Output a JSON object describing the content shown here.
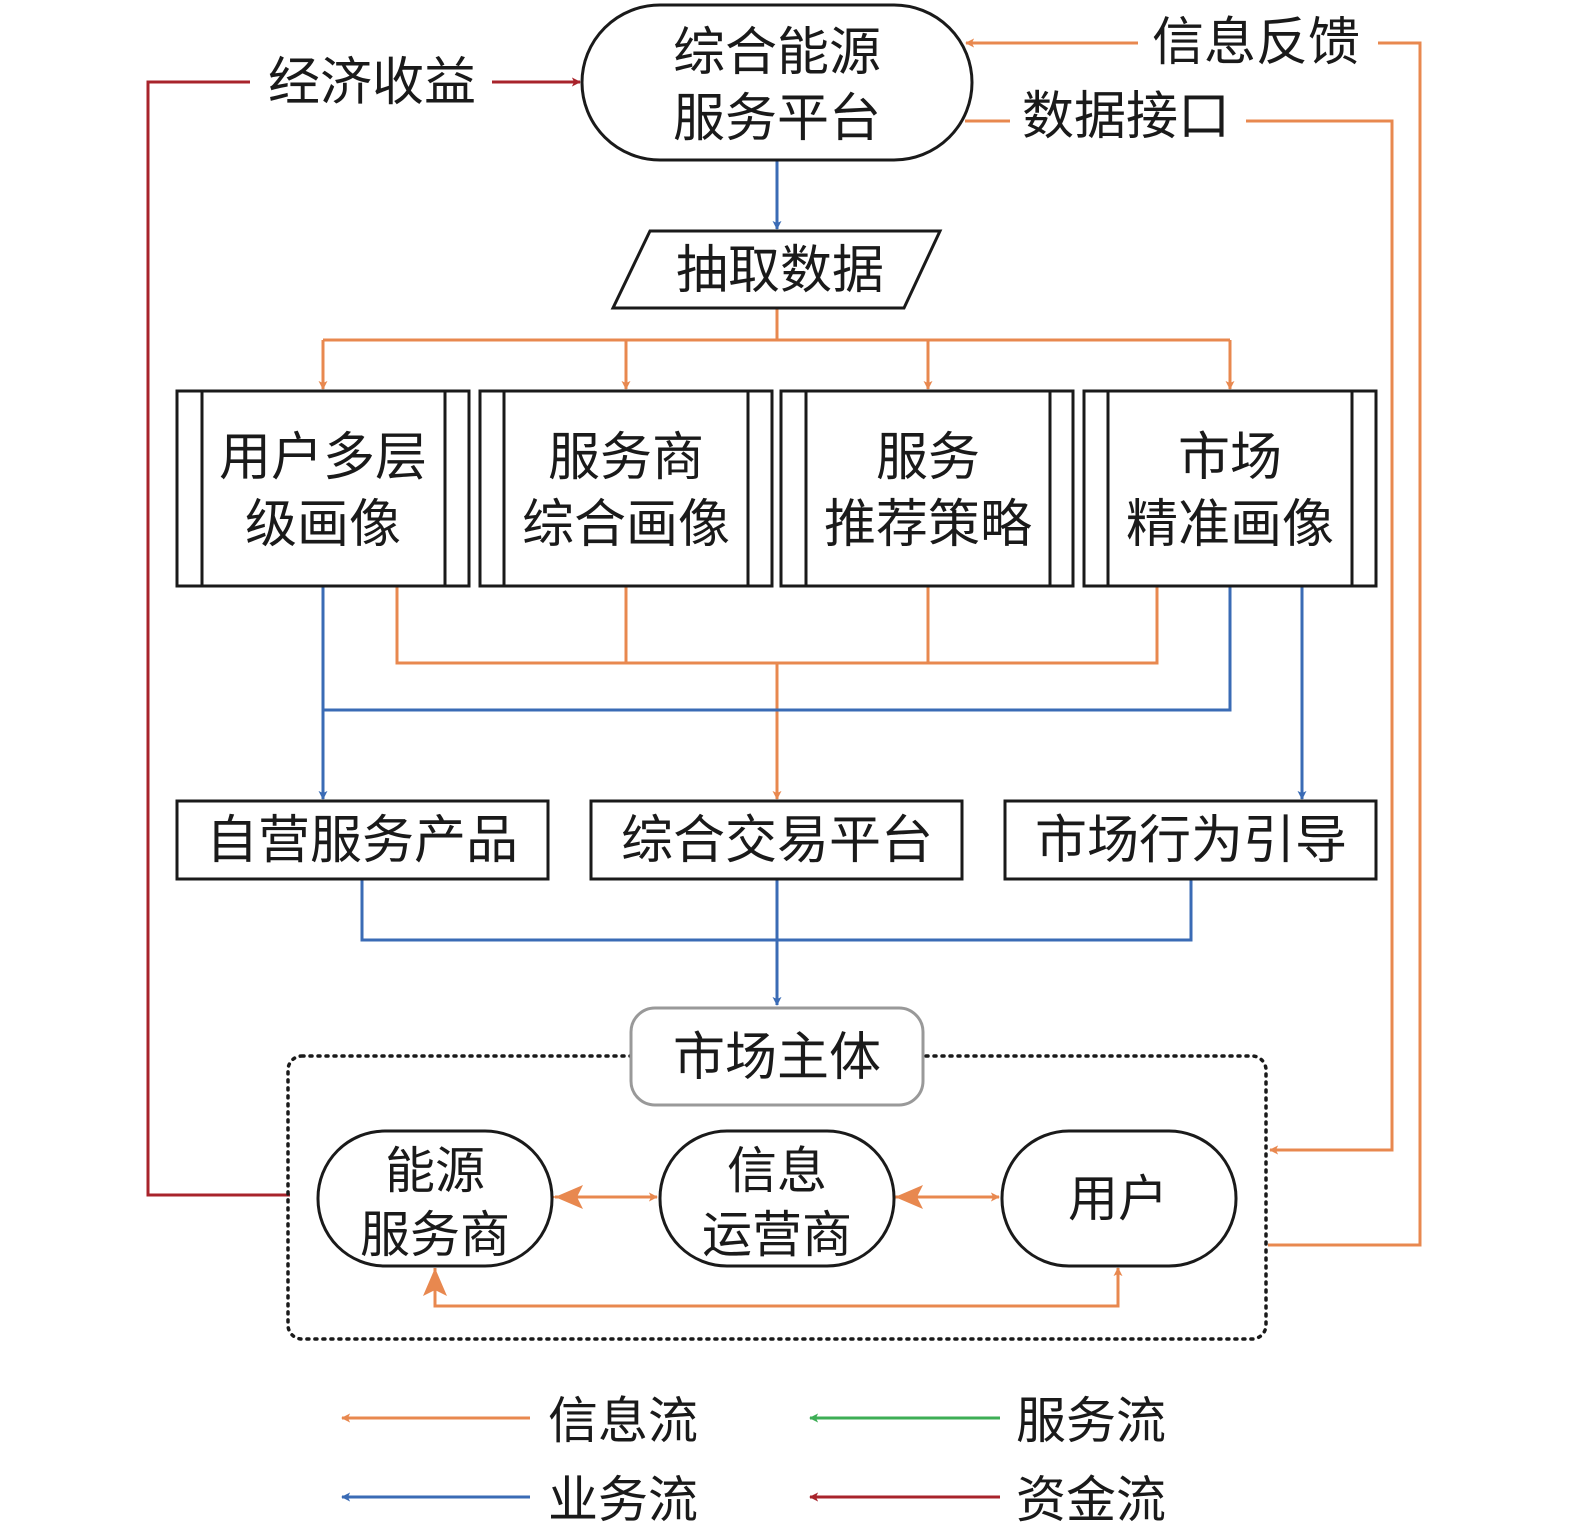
{
  "colors": {
    "info_flow": "#E8884F",
    "business_flow": "#3A6BB5",
    "service_flow": "#3DAE55",
    "capital_flow": "#A8232B",
    "node_stroke": "#1a1a1a",
    "group_label_stroke": "#999999"
  },
  "top": {
    "platform": [
      "综合能源",
      "服务平台"
    ],
    "economic_benefit": "经济收益",
    "info_feedback": "信息反馈",
    "data_interface": "数据接口",
    "extract_data": "抽取数据"
  },
  "profiles": [
    [
      "用户多层",
      "级画像"
    ],
    [
      "服务商",
      "综合画像"
    ],
    [
      "服务",
      "推荐策略"
    ],
    [
      "市场",
      "精准画像"
    ]
  ],
  "outputs": [
    "自营服务产品",
    "综合交易平台",
    "市场行为引导"
  ],
  "market": {
    "title": "市场主体",
    "members": [
      [
        "能源",
        "服务商"
      ],
      [
        "信息",
        "运营商"
      ],
      [
        "用户"
      ]
    ]
  },
  "legend": [
    {
      "label": "信息流",
      "color_key": "info_flow"
    },
    {
      "label": "服务流",
      "color_key": "service_flow"
    },
    {
      "label": "业务流",
      "color_key": "business_flow"
    },
    {
      "label": "资金流",
      "color_key": "capital_flow"
    }
  ]
}
